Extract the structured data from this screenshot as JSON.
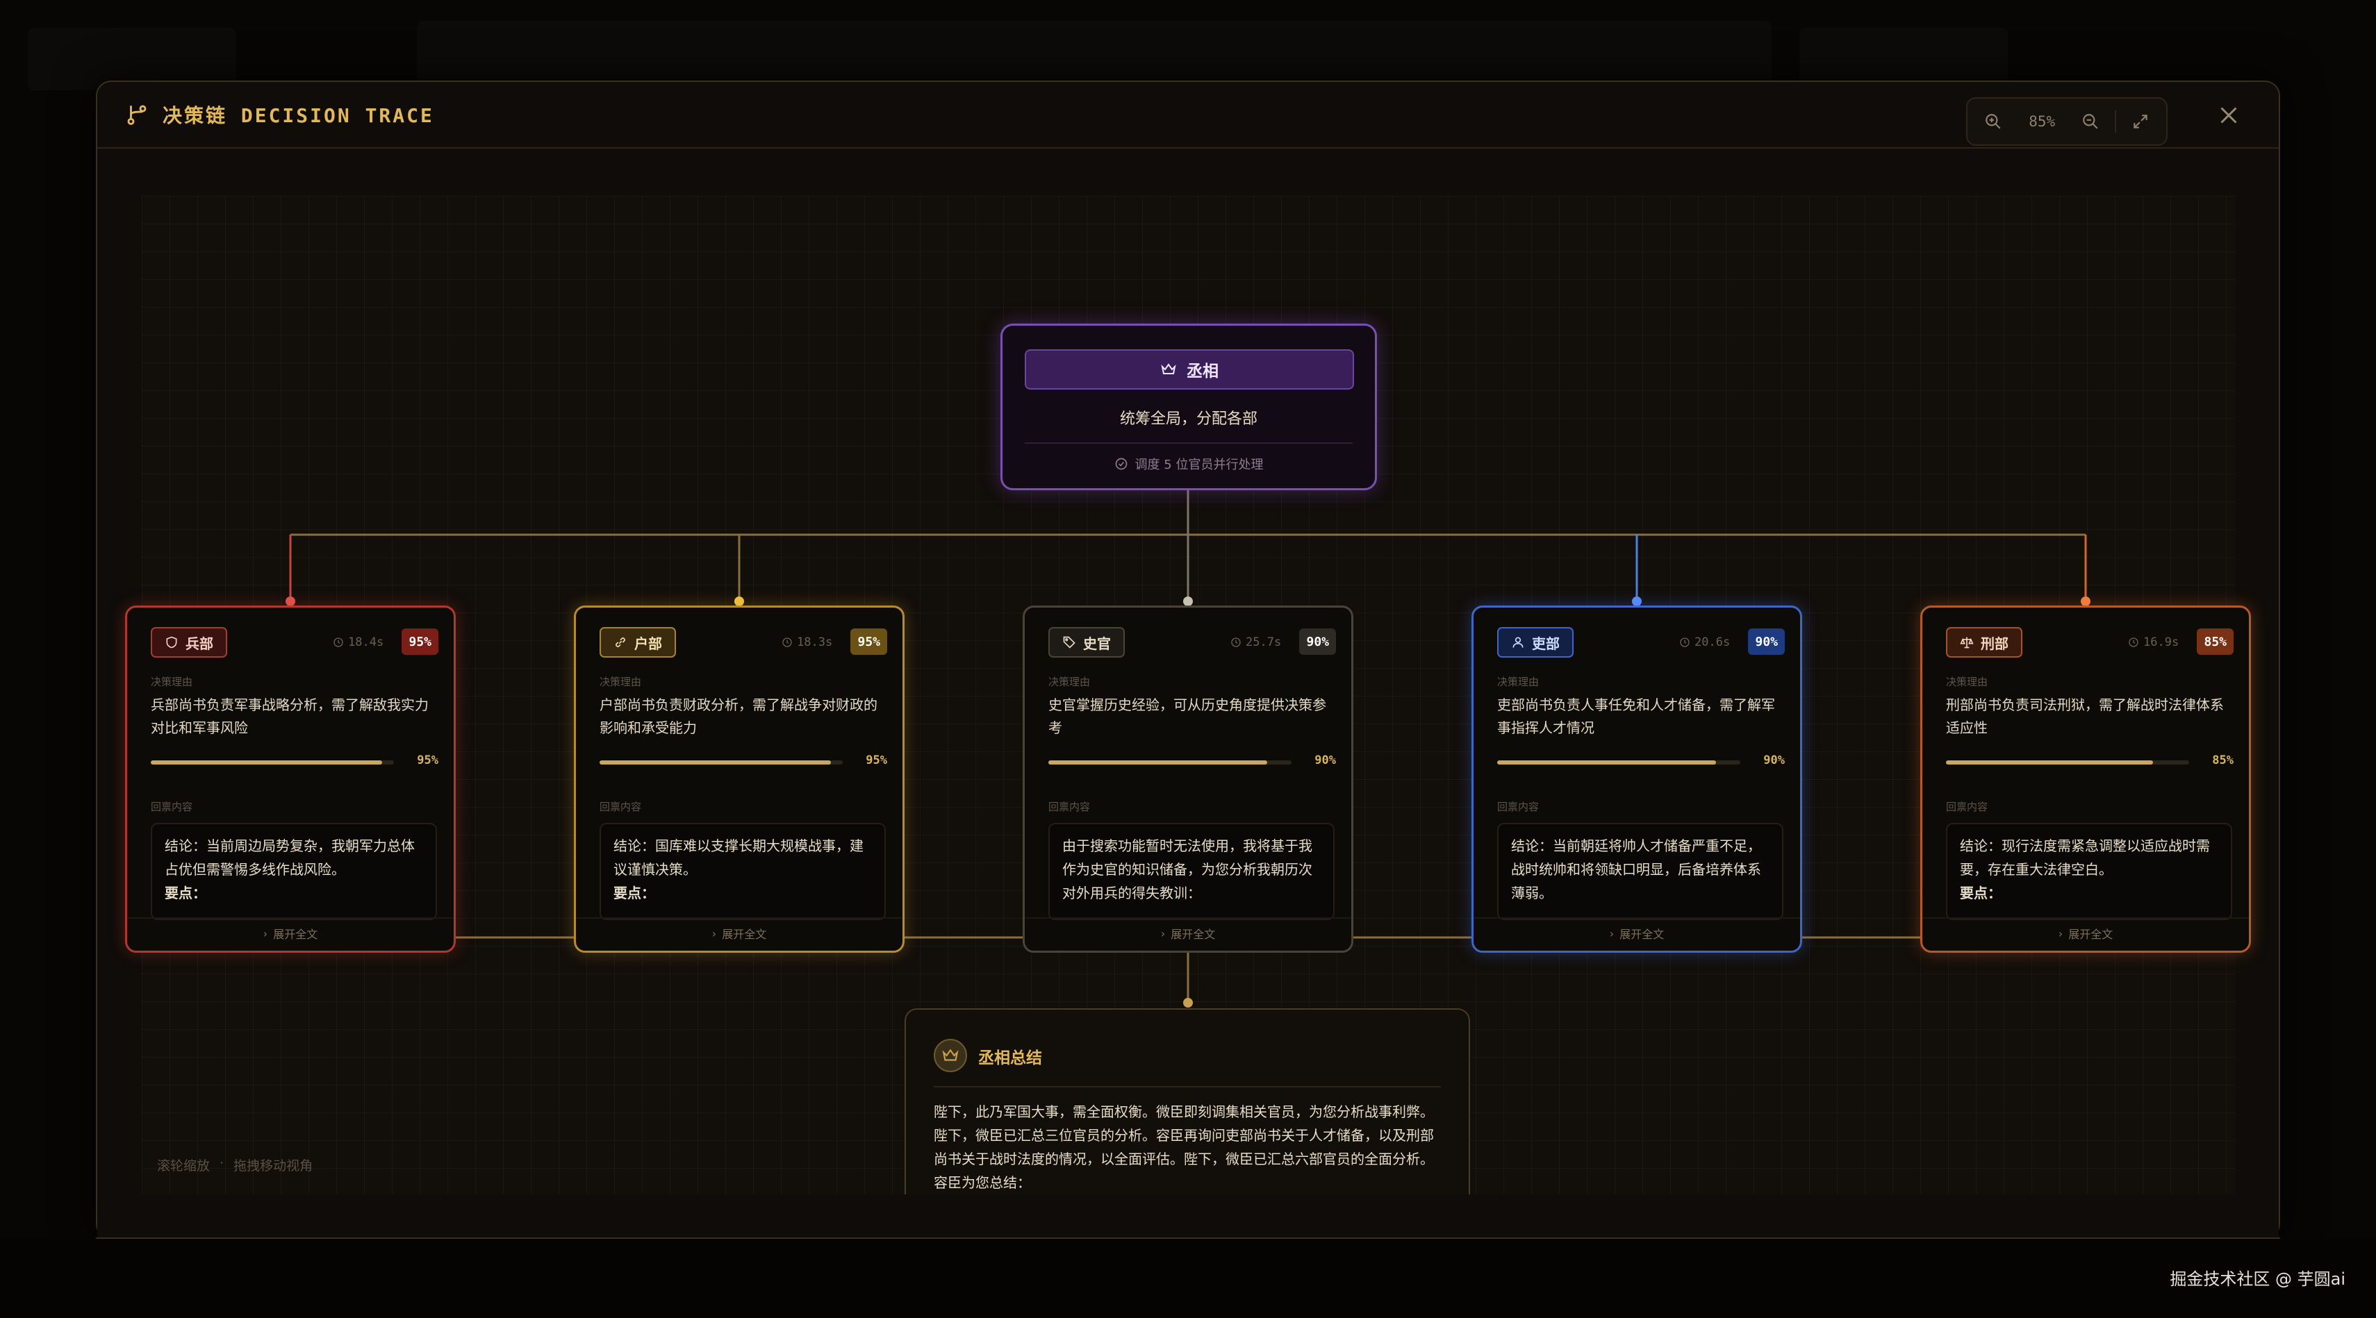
{
  "modal": {
    "title": "决策链 DECISION TRACE"
  },
  "zoom": {
    "level": "85%"
  },
  "root": {
    "title": "丞相",
    "description": "统筹全局，分配各部",
    "meta": "调度 5 位官员并行处理",
    "color": "#7a4fb3"
  },
  "labels": {
    "reason": "决策理由",
    "response": "回禀内容",
    "expand": "展开全文"
  },
  "ministers": [
    {
      "name": "兵部",
      "icon": "shield-icon",
      "time": "18.4s",
      "confidence": "95%",
      "confidence_value": 0.95,
      "reason": "兵部尚书负责军事战略分析，需了解敌我实力对比和军事风险",
      "conclusion": "结论：当前周边局势复杂，我朝军力总体占优但需警惕多线作战风险。",
      "key_points": "要点：",
      "color": "#c8453c"
    },
    {
      "name": "户部",
      "icon": "link-icon",
      "time": "18.3s",
      "confidence": "95%",
      "confidence_value": 0.95,
      "reason": "户部尚书负责财政分析，需了解战争对财政的影响和承受能力",
      "conclusion": "结论：国库难以支撑长期大规模战事，建议谨慎决策。",
      "key_points": "要点：",
      "color": "#d9a73a"
    },
    {
      "name": "史官",
      "icon": "tag-icon",
      "time": "25.7s",
      "confidence": "90%",
      "confidence_value": 0.9,
      "reason": "史官掌握历史经验，可从历史角度提供决策参考",
      "conclusion": "由于搜索功能暂时无法使用，我将基于我作为史官的知识储备，为您分析我朝历次对外用兵的得失教训：",
      "key_points": "",
      "color": "#5a5246"
    },
    {
      "name": "吏部",
      "icon": "user-icon",
      "time": "20.6s",
      "confidence": "90%",
      "confidence_value": 0.9,
      "reason": "吏部尚书负责人事任免和人才储备，需了解军事指挥人才情况",
      "conclusion": "结论：当前朝廷将帅人才储备严重不足，战时统帅和将领缺口明显，后备培养体系薄弱。",
      "key_points": "",
      "color": "#4f7fe0"
    },
    {
      "name": "刑部",
      "icon": "scale-icon",
      "time": "16.9s",
      "confidence": "85%",
      "confidence_value": 0.85,
      "reason": "刑部尚书负责司法刑狱，需了解战时法律体系适应性",
      "conclusion": "结论：现行法度需紧急调整以适应战时需要，存在重大法律空白。",
      "key_points": "要点：",
      "color": "#d2662e"
    }
  ],
  "summary": {
    "title": "丞相总结",
    "body": "陛下，此乃军国大事，需全面权衡。微臣即刻调集相关官员，为您分析战事利弊。陛下，微臣已汇总三位官员的分析。容臣再询问吏部尚书关于人才储备，以及刑部尚书关于战时法度的情况，以全面评估。陛下，微臣已汇总六部官员的全面分析。容臣为您总结："
  },
  "hint": {
    "scroll": "滚轮缩放",
    "dot": "·",
    "drag": "拖拽移动视角"
  },
  "watermark": "掘金技术社区 @ 芋圆ai"
}
